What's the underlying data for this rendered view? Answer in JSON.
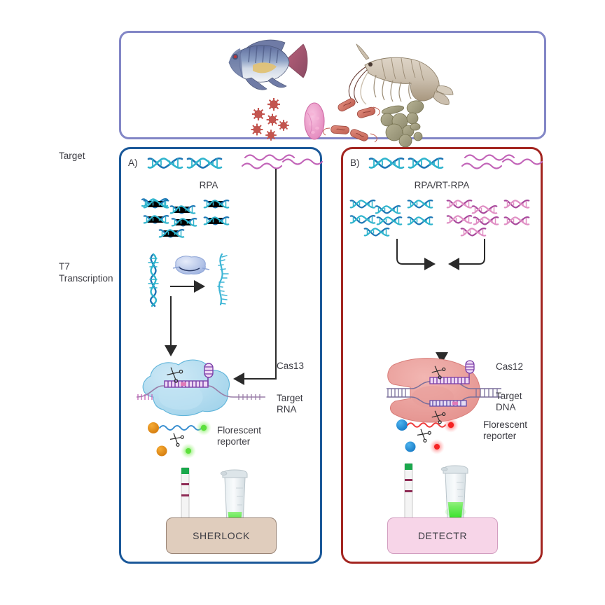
{
  "figure": {
    "type": "schematic-diagram",
    "title": "CRISPR-based nucleic acid detection workflows for aquaculture pathogens"
  },
  "top_panel": {
    "name": "sample-sources-panel",
    "border_color": "#8286c6",
    "organisms": [
      {
        "id": "fish",
        "label": "fish"
      },
      {
        "id": "shrimp",
        "label": "shrimp"
      },
      {
        "id": "virus",
        "label": "virus particles"
      },
      {
        "id": "parasite",
        "label": "parasite cell"
      },
      {
        "id": "bacteria",
        "label": "bacteria"
      },
      {
        "id": "fungus",
        "label": "fungus"
      }
    ]
  },
  "row_labels": [
    {
      "id": "target",
      "text": "Target"
    },
    {
      "id": "t7-transcription",
      "text": "T7\nTranscription"
    }
  ],
  "panel_a": {
    "letter": "A)",
    "border_color": "#1a5899",
    "amplification_label": "RPA",
    "effector_label": "Cas13",
    "target_label": "Target RNA",
    "reporter_label": "Florescent\nreporter",
    "result_label": "SHERLOCK",
    "result_box_fill": "#e0cdbd",
    "result_box_border": "#9a8576",
    "dna_color": "#2aa5c9",
    "rna_color": "#c264b8",
    "protein_fill": "#b2ddee",
    "reporter_quencher_color": "#e08a15",
    "reporter_fluor_color": "#4cd034"
  },
  "panel_b": {
    "letter": "B)",
    "border_color": "#a32520",
    "amplification_label": "RPA/RT-RPA",
    "effector_label": "Cas12",
    "target_label": "Target DNA",
    "reporter_label": "Florescent\nreporter",
    "result_label": "DETECTR",
    "result_box_fill": "#f7d5e8",
    "result_box_border": "#d29ec0",
    "dna_color": "#2aa5c9",
    "amplicon_color": "#d87ab4",
    "protein_fill": "#eb9a97",
    "reporter_quencher_color": "#1e8fd5",
    "reporter_fluor_color": "#f03030"
  },
  "readouts": [
    {
      "id": "lateral-flow-strip",
      "label": "lateral flow strip"
    },
    {
      "id": "fluorescence-tube",
      "label": "fluorescent reaction tube"
    }
  ]
}
